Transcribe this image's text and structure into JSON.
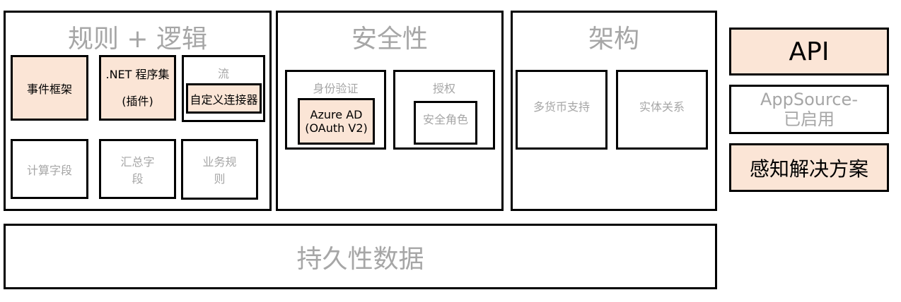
{
  "logic": {
    "title": "规则 + 逻辑",
    "event_framework": "事件框架",
    "net_line1": ".NET 程序集",
    "net_line2": "(插件)",
    "flow": "流",
    "custom_connector": "自定义连接器",
    "calculated_fields": "计算字段",
    "rollup_line1": "汇总字",
    "rollup_line2": "段",
    "business_line1": "业务规",
    "business_line2": "则"
  },
  "security": {
    "title": "安全性",
    "authentication": "身份验证",
    "azure_line1": "Azure AD",
    "azure_line2": "(OAuth V2)",
    "authorization": "授权",
    "security_roles": "安全角色"
  },
  "architecture": {
    "title": "架构",
    "multi_currency": "多货币支持",
    "entity_relations": "实体关系"
  },
  "side": {
    "api": "API",
    "appsource_line1": "AppSource-",
    "appsource_line2": "已启用",
    "solution": "感知解决方案"
  },
  "persistence": {
    "title": "持久性数据"
  },
  "colors": {
    "fill": "#fbe5d6",
    "muted_text": "#a6a6a6"
  }
}
